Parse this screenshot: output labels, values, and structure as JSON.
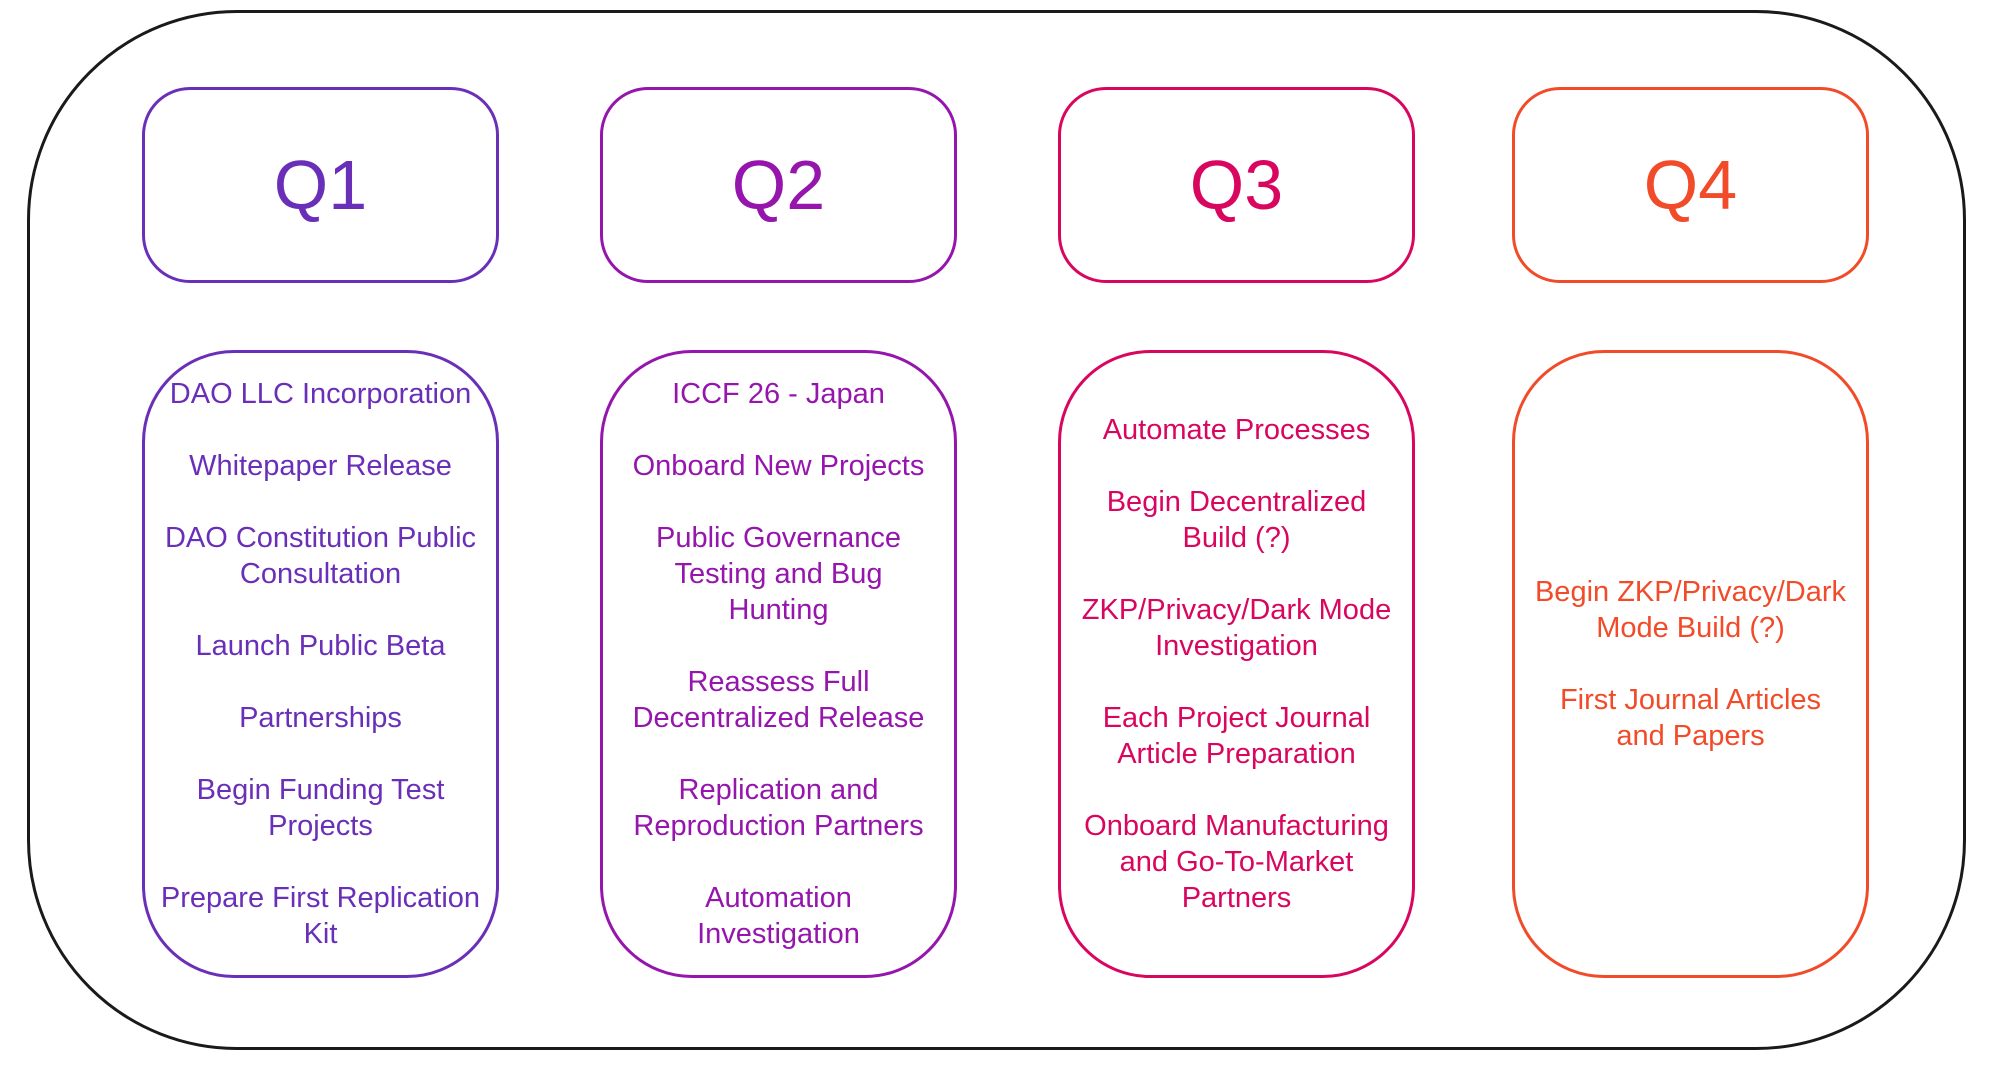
{
  "roadmap": {
    "quarters": [
      {
        "label": "Q1",
        "color": "#6a2fb8",
        "items": [
          "DAO LLC Incorporation",
          "Whitepaper Release",
          "DAO Constitution Public Consultation",
          "Launch Public Beta",
          "Partnerships",
          "Begin Funding Test Projects",
          "Prepare First Replication Kit"
        ]
      },
      {
        "label": "Q2",
        "color": "#9515ad",
        "items": [
          "ICCF 26 - Japan",
          "Onboard New Projects",
          "Public Governance Testing and Bug Hunting",
          "Reassess Full Decentralized Release",
          "Replication and Reproduction Partners",
          "Automation Investigation"
        ]
      },
      {
        "label": "Q3",
        "color": "#d9065f",
        "items": [
          "Automate Processes",
          "Begin Decentralized Build (?)",
          "ZKP/Privacy/Dark Mode Investigation",
          "Each Project Journal Article Preparation",
          "Onboard Manufacturing and Go-To-Market Partners"
        ]
      },
      {
        "label": "Q4",
        "color": "#f14b29",
        "items": [
          "Begin ZKP/Privacy/Dark Mode Build (?)",
          "First Journal Articles and Papers"
        ]
      }
    ]
  }
}
